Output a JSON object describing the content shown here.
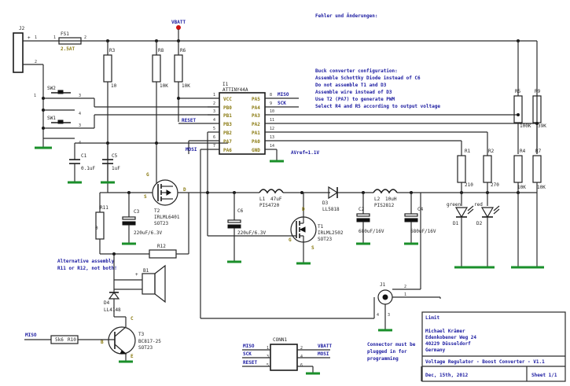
{
  "notes": {
    "changes_header": "Fehler und Änderungen:",
    "buck_lines": [
      "Buck converter configuration:",
      "Assemble Schottky Diode instead of C6",
      "Do not assemble T1 and D3",
      "Assemble wire instead of D3",
      "Use T2 (PA7) to generate PWM",
      "Select R4 and R5 according to output voltage"
    ],
    "alt_assembly": [
      "Alternative assembly",
      "R11 or R12, not both!"
    ],
    "connector_note": [
      "Connector must be",
      "plugged in for",
      "programming"
    ],
    "avref": "AVref=1.1V"
  },
  "title_block": {
    "license": "Limit",
    "author_lines": [
      "Michael Krämer",
      "Edenkobener Weg 24",
      "40229 Düsseldorf",
      "Germany"
    ],
    "title": "Voltage Regulator - Boost Converter - V1.1",
    "date": "Dec, 15th, 2012",
    "sheet": "Sheet 1/1"
  },
  "nets": {
    "vbatt": "VBATT",
    "miso": "MISO",
    "sck": "SCK",
    "reset": "RESET",
    "mosi": "MOSI"
  },
  "ic": {
    "ref": "I1",
    "part": "ATTINY44A",
    "left_pins": [
      {
        "num": "1",
        "name": "VCC"
      },
      {
        "num": "2",
        "name": "PB0"
      },
      {
        "num": "3",
        "name": "PB1"
      },
      {
        "num": "4",
        "name": "PB3"
      },
      {
        "num": "5",
        "name": "PB2"
      },
      {
        "num": "6",
        "name": "PA7"
      },
      {
        "num": "7",
        "name": "PA6"
      }
    ],
    "right_pins": [
      {
        "num": "8",
        "name": "PA5"
      },
      {
        "num": "9",
        "name": "PA4"
      },
      {
        "num": "10",
        "name": "PA3"
      },
      {
        "num": "11",
        "name": "PA2"
      },
      {
        "num": "12",
        "name": "PA1"
      },
      {
        "num": "13",
        "name": "PA0"
      },
      {
        "num": "14",
        "name": "GND"
      }
    ]
  },
  "components": {
    "j2": "J2",
    "fs1": {
      "ref": "FS1",
      "val": "2.5AT"
    },
    "r3": {
      "ref": "R3",
      "val": "10"
    },
    "r8": {
      "ref": "R8",
      "val": "10K"
    },
    "r6": {
      "ref": "R6",
      "val": "10K"
    },
    "sw2": "SW2",
    "sw1": "SW1",
    "c1": {
      "ref": "C1",
      "val": "0.1uF"
    },
    "c5": {
      "ref": "C5",
      "val": "1uF"
    },
    "t2": {
      "ref": "T2",
      "part": "IRLML6401",
      "pkg": "SOT23"
    },
    "r11": {
      "ref": "R11",
      "val": "0"
    },
    "c3": {
      "ref": "C3",
      "val": "220uF/6.3V"
    },
    "r12": "R12",
    "b1": "B1",
    "d4": {
      "ref": "D4",
      "part": "LL4148"
    },
    "l1": {
      "ref": "L1",
      "val": "47uF",
      "part": "PIS4720"
    },
    "c6": {
      "ref": "C6",
      "val": "220uF/6.3V"
    },
    "d3": {
      "ref": "D3",
      "part": "LL5818"
    },
    "t1": {
      "ref": "T1",
      "part": "IRLML2502",
      "pkg": "SOT23"
    },
    "c2": {
      "ref": "C2",
      "val": "680uF/16V"
    },
    "l2": {
      "ref": "L2",
      "val": "10uH",
      "part": "PIS2812"
    },
    "c4": {
      "ref": "C4",
      "val": "680uF/16V"
    },
    "r5": {
      "ref": "R5",
      "val": "100K"
    },
    "r9": {
      "ref": "R9",
      "val": "39K"
    },
    "r1": {
      "ref": "R1",
      "val": "210"
    },
    "r2": {
      "ref": "R2",
      "val": "270"
    },
    "r4": {
      "ref": "R4",
      "val": "10K"
    },
    "r7": {
      "ref": "R7",
      "val": "10K"
    },
    "d1": {
      "ref": "D1",
      "color": "green"
    },
    "d2": {
      "ref": "D2",
      "color": "red"
    },
    "j1": "J1",
    "t3": {
      "ref": "T3",
      "part": "BC817-25",
      "pkg": "SOT23"
    },
    "r10": {
      "ref": "R10",
      "val": "5k6"
    },
    "conn1": "CONN1"
  },
  "pin_letters": {
    "g": "G",
    "s": "S",
    "d": "D",
    "b": "B",
    "c": "C",
    "e": "E"
  },
  "conn1_pins": [
    {
      "left": "MISO",
      "ln": "1",
      "rn": "2",
      "right": "VBATT"
    },
    {
      "left": "SCK",
      "ln": "3",
      "rn": "4",
      "right": "MOSI"
    },
    {
      "left": "RESET",
      "ln": "5",
      "rn": "6",
      "right": ""
    }
  ],
  "colors": {
    "wire": "#2a2a2a",
    "ground": "#1a8f2a",
    "vbatt_dot": "#cc1111",
    "capacitor": "#111111"
  }
}
